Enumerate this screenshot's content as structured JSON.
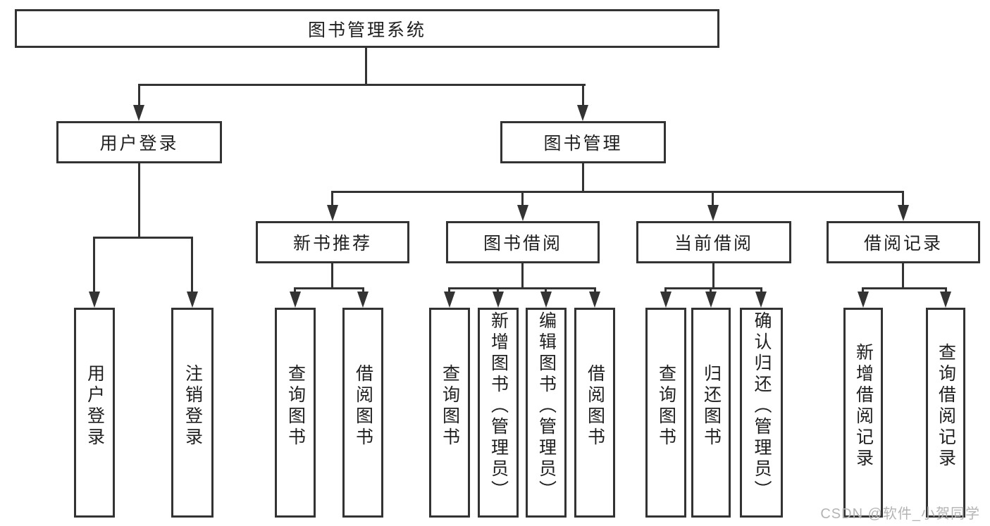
{
  "diagram": {
    "type": "hierarchy-tree",
    "title": "图书管理系统",
    "nodes": {
      "root": "图书管理系统",
      "user_login": "用户登录",
      "book_management": "图书管理",
      "new_book_recommend": "新书推荐",
      "book_borrow": "图书借阅",
      "current_borrow": "当前借阅",
      "borrow_records": "借阅记录",
      "leaf_user_login": "用户登录",
      "leaf_logout": "注销登录",
      "leaf_nb_query_book": "查询图书",
      "leaf_nb_borrow_book": "借阅图书",
      "leaf_bb_query_book": "查询图书",
      "leaf_bb_add_book": "新增图书（管理员）",
      "leaf_bb_edit_book": "编辑图书（管理员）",
      "leaf_bb_borrow_book": "借阅图书",
      "leaf_cb_query_book": "查询图书",
      "leaf_cb_return_book": "归还图书",
      "leaf_cb_confirm_return": "确认归还（管理员）",
      "leaf_br_add_record": "新增借阅记录",
      "leaf_br_query_record": "查询借阅记录"
    },
    "edges": [
      {
        "from": "图书管理系统",
        "to": [
          "用户登录",
          "图书管理"
        ]
      },
      {
        "from": "用户登录",
        "to": [
          "用户登录",
          "注销登录"
        ]
      },
      {
        "from": "图书管理",
        "to": [
          "新书推荐",
          "图书借阅",
          "当前借阅",
          "借阅记录"
        ]
      },
      {
        "from": "新书推荐",
        "to": [
          "查询图书",
          "借阅图书"
        ]
      },
      {
        "from": "图书借阅",
        "to": [
          "查询图书",
          "新增图书（管理员）",
          "编辑图书（管理员）",
          "借阅图书"
        ]
      },
      {
        "from": "当前借阅",
        "to": [
          "查询图书",
          "归还图书",
          "确认归还（管理员）"
        ]
      },
      {
        "from": "借阅记录",
        "to": [
          "新增借阅记录",
          "查询借阅记录"
        ]
      }
    ],
    "colors": {
      "line": "#333333",
      "text": "#1f1f1f",
      "background": "#ffffff",
      "watermark": "#b4b4b4"
    },
    "watermark": "CSDN @软件_小贺同学"
  }
}
